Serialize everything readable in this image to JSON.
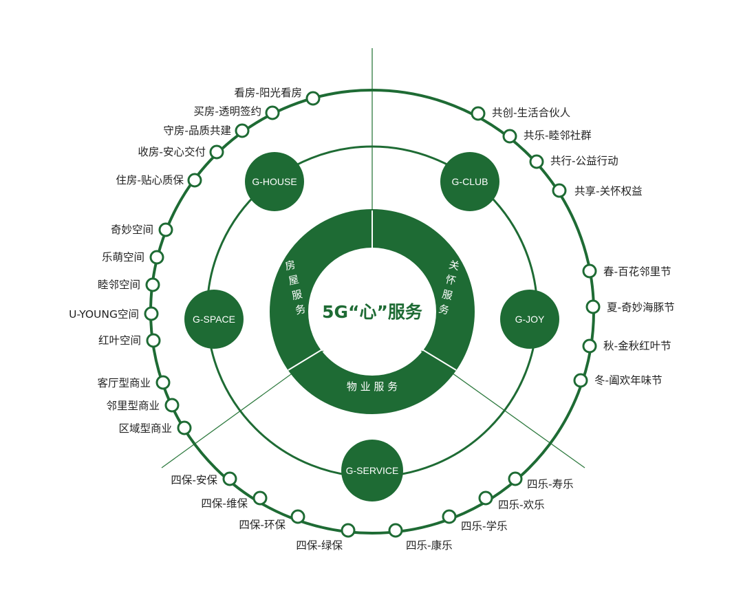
{
  "colors": {
    "primary": "#1e6b34",
    "line": "#2e7a3f",
    "text": "#222222",
    "background": "#ffffff"
  },
  "center": {
    "title": "5G“心”服务"
  },
  "segments": {
    "house": [
      "房",
      "屋",
      "服",
      "务"
    ],
    "care": [
      "关",
      "怀",
      "服",
      "务"
    ],
    "property": "物 业 服 务"
  },
  "hubs": {
    "house": "G-HOUSE",
    "club": "G-CLUB",
    "space": "G-SPACE",
    "joy": "G-JOY",
    "service": "G-SERVICE"
  },
  "groups": {
    "house": [
      "看房-阳光看房",
      "买房-透明签约",
      "守房-品质共建",
      "收房-安心交付",
      "住房-贴心质保"
    ],
    "club": [
      "共创-生活合伙人",
      "共乐-睦邻社群",
      "共行-公益行动",
      "共享-关怀权益"
    ],
    "space": [
      "奇妙空间",
      "乐萌空间",
      "睦邻空间",
      "U-YOUNG空间",
      "红叶空间"
    ],
    "commerce": [
      "客厅型商业",
      "邻里型商业",
      "区域型商业"
    ],
    "joy": [
      "春-百花邻里节",
      "夏-奇妙海豚节",
      "秋-金秋红叶节",
      "冬-阖欢年味节"
    ],
    "service_bao": [
      "四保-安保",
      "四保-维保",
      "四保-环保",
      "四保-绿保"
    ],
    "service_le": [
      "四乐-寿乐",
      "四乐-欢乐",
      "四乐-学乐",
      "四乐-康乐"
    ]
  }
}
